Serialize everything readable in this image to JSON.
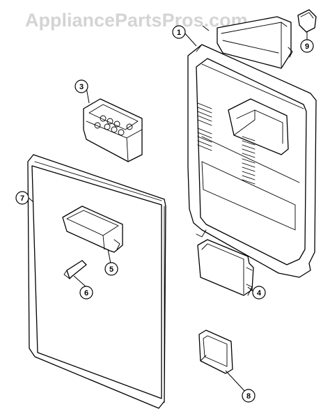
{
  "watermark": "AppliancePartsPros.com",
  "callouts": [
    {
      "id": "1",
      "label": "1"
    },
    {
      "id": "3",
      "label": "3"
    },
    {
      "id": "4",
      "label": "4"
    },
    {
      "id": "5",
      "label": "5"
    },
    {
      "id": "6",
      "label": "6"
    },
    {
      "id": "7",
      "label": "7"
    },
    {
      "id": "8",
      "label": "8"
    },
    {
      "id": "9",
      "label": "9"
    }
  ]
}
